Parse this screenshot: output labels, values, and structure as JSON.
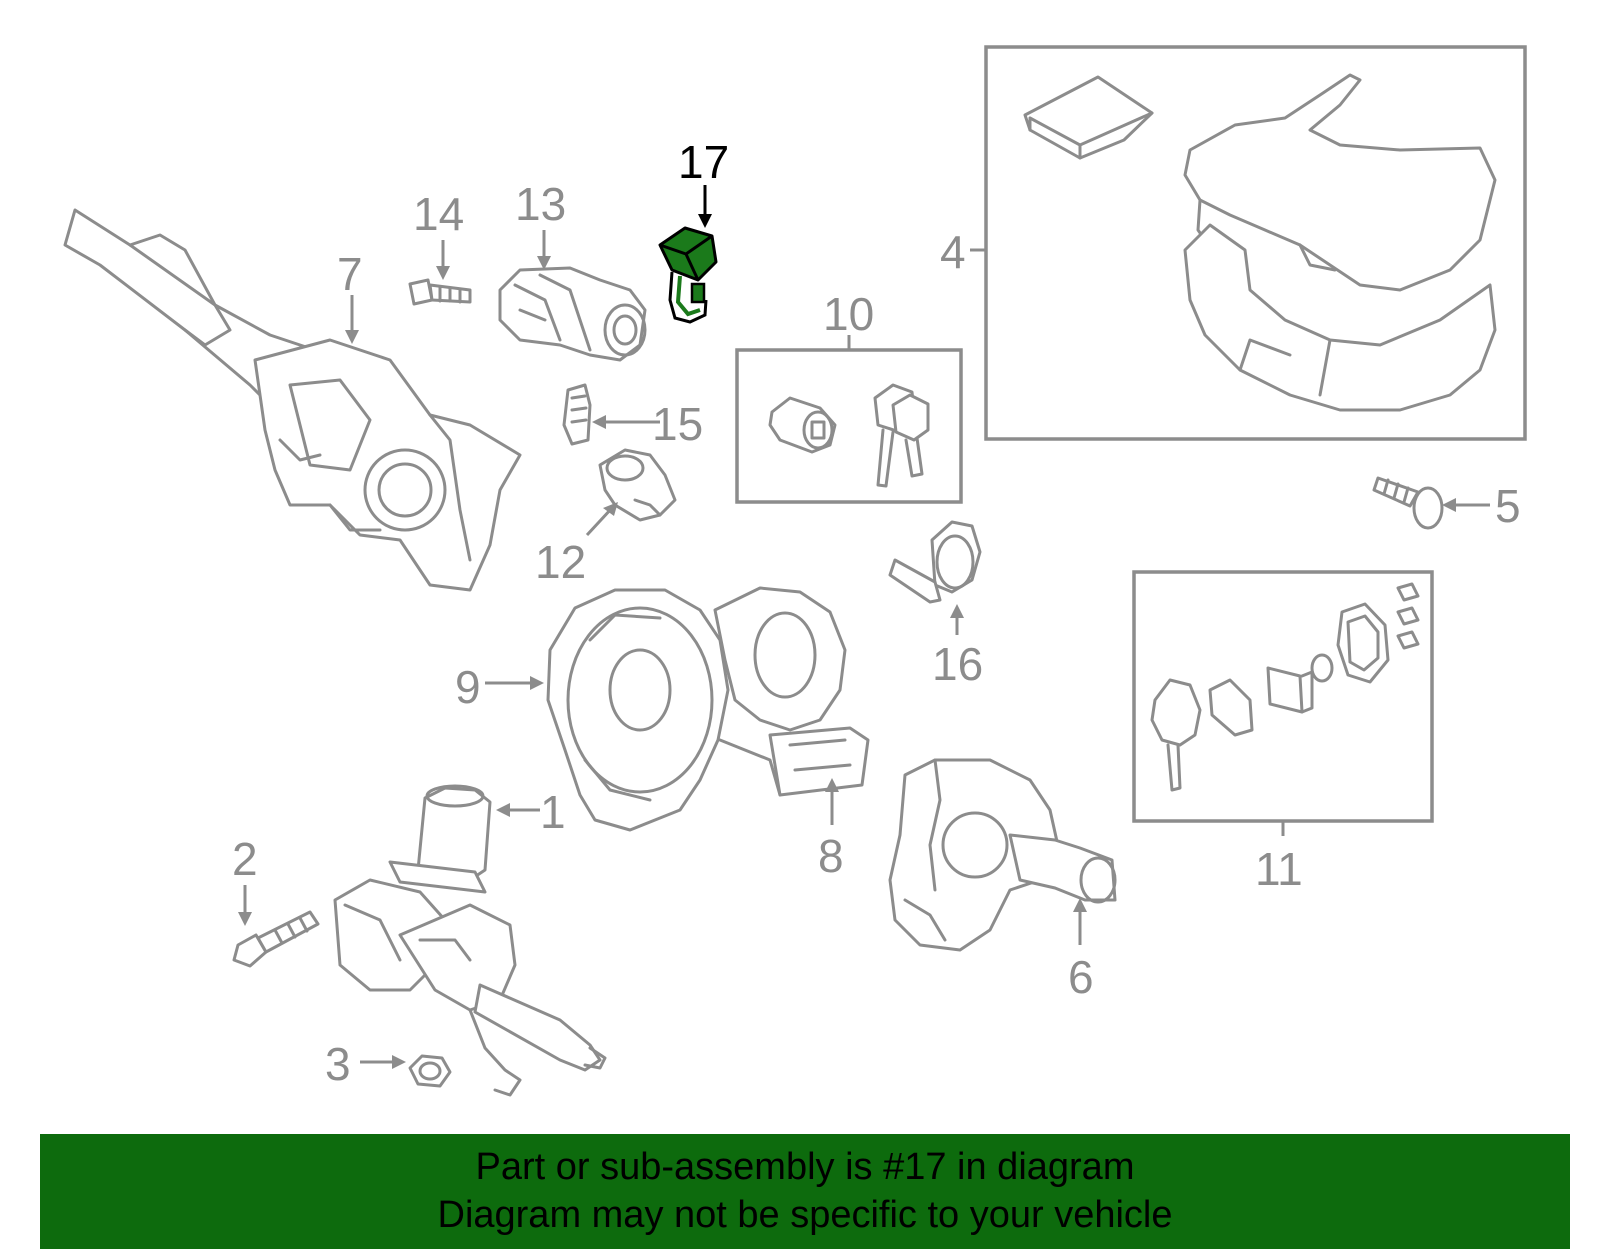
{
  "colors": {
    "part_line": "#8c8c8c",
    "highlight_fill": "#1b7a1b",
    "banner_bg": "#0d6b0d",
    "text_dark": "#000000"
  },
  "highlighted_part": "17",
  "callouts": {
    "c1": "1",
    "c2": "2",
    "c3": "3",
    "c4": "4",
    "c5": "5",
    "c6": "6",
    "c7": "7",
    "c8": "8",
    "c9": "9",
    "c10": "10",
    "c11": "11",
    "c12": "12",
    "c13": "13",
    "c14": "14",
    "c15": "15",
    "c16": "16",
    "c17": "17"
  },
  "banner": {
    "line1": "Part or sub-assembly is #17 in diagram",
    "line2": "Diagram may not be specific to your vehicle"
  }
}
